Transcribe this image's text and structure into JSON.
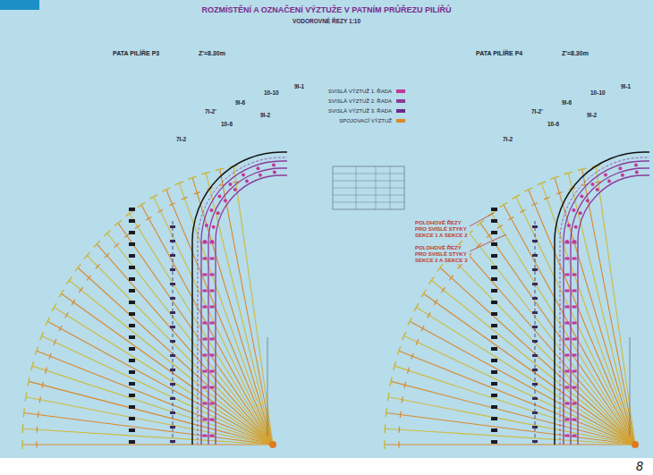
{
  "diagram": {
    "title": "ROZMÍSTĚNÍ A OZNAČENÍ VÝZTUŽE V PATNÍM PRŮŘEZU PILÍŘŮ",
    "labels": [
      "VODOROVNÉ ŘEZY 1:10",
      "PATA PILÍŘE P3",
      "Z'=8.30m",
      "PATA PILÍŘE P4",
      "Z'=8.30m",
      "7I-2'",
      "9I-6",
      "10-10",
      "9I-1",
      "7I-2",
      "10-6",
      "9I-2",
      "7I-2'",
      "9I-6",
      "10-10",
      "9I-1",
      "7I-2",
      "10-6",
      "9I-2",
      "POLOHOVÉ ŘEZY PRO SVISLÉ STYKY SEKCE 1 A SEKCE 2",
      "POLOHOVÉ ŘEZY PRO SVISLÉ STYKY SEKCE 2 A SEKCE 3",
      "8"
    ],
    "legend": [
      {
        "text": "SVISLÁ VÝZTUŽ 1. ŘADA",
        "color": "#c2379a"
      },
      {
        "text": "SVISLÁ VÝZTUŽ 2. ŘADA",
        "color": "#8a3c9a"
      },
      {
        "text": "SVISLÁ VÝZTUŽ 3. ŘADA",
        "color": "#6a2a8a"
      },
      {
        "text": "SPOJOVACÍ VÝZTUŽ",
        "color": "#d9892b"
      }
    ]
  }
}
